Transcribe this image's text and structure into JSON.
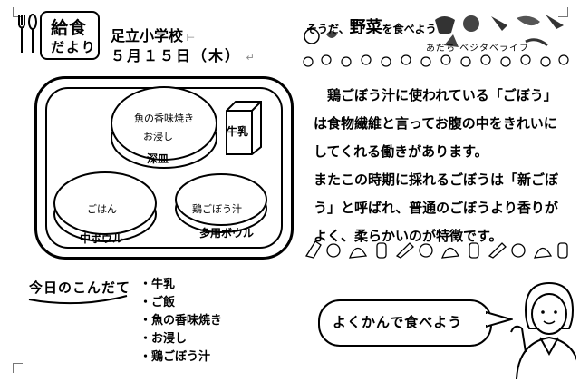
{
  "header": {
    "logo_main": "給食",
    "logo_sub": "だより",
    "school": "足立小学校",
    "date": "５月１５日（木）"
  },
  "tray": {
    "main_dish": [
      "魚の香味焼き",
      "お浸し"
    ],
    "main_dish_bowl": "深皿",
    "milk": "牛乳",
    "rice": "ごはん",
    "rice_bowl": "中ボウル",
    "soup": "鶏ごぼう汁",
    "soup_bowl": "多用ボウル"
  },
  "menu": {
    "title": "今日のこんだて",
    "items": [
      "・牛乳",
      "・ご飯",
      "・魚の香味焼き",
      "・お浸し",
      "・鶏ごぼう汁"
    ]
  },
  "banner": {
    "title_prefix": "そうだ、",
    "title_main": "野菜",
    "title_suffix": "を食べよう",
    "subtitle": "あだち ベジタベライフ"
  },
  "article": {
    "paragraphs": [
      "鶏ごぼう汁に使われている「ごぼう」は食物繊維と言ってお腹の中をきれいにしてくれる働きがあります。",
      "またこの時期に採れるごぼうは「新ごぼう」と呼ばれ、普通のごぼうより香りがよく、柔らかいのが特徴です。"
    ]
  },
  "slogan": {
    "text": "よくかんで食べよう"
  }
}
